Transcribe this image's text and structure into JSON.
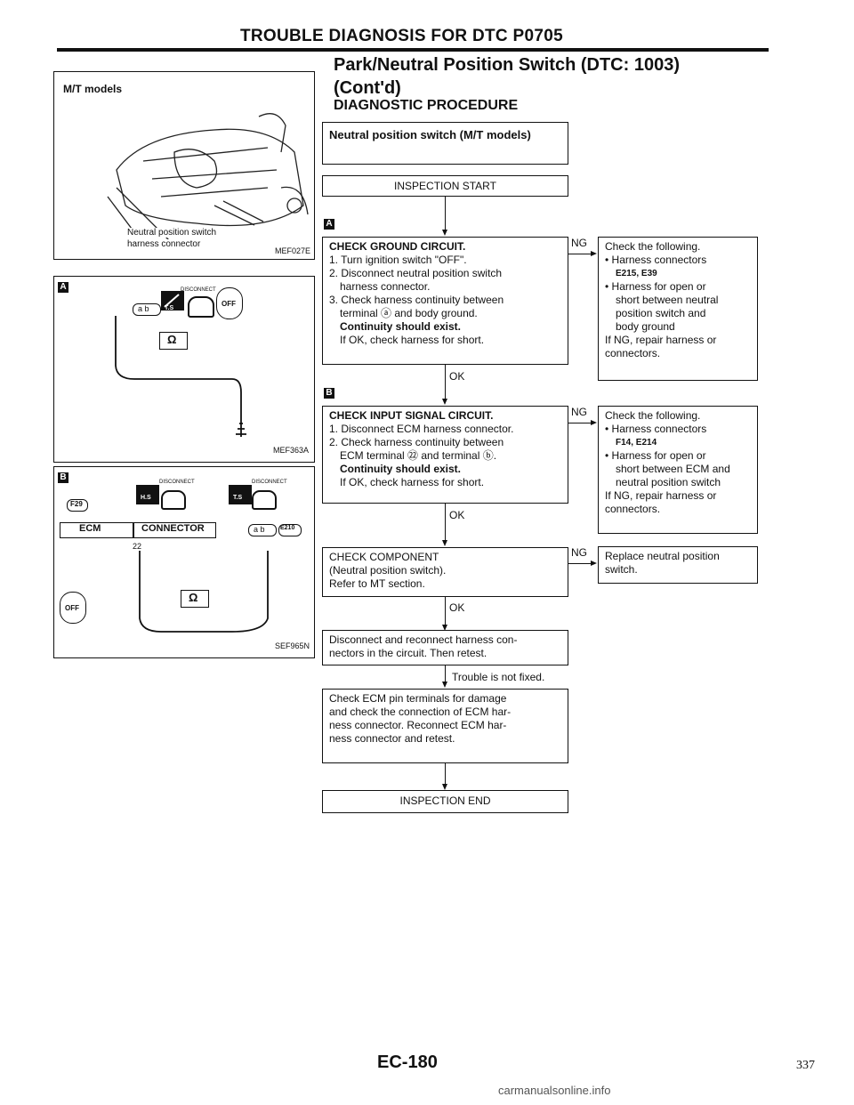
{
  "header": {
    "title": "TROUBLE DIAGNOSIS FOR DTC P0705",
    "subtitle_line1": "Park/Neutral Position Switch (DTC: 1003)",
    "subtitle_line2": "(Cont'd)",
    "section": "DIAGNOSTIC PROCEDURE"
  },
  "figures": {
    "mt": {
      "title": "M/T models",
      "label1": "Neutral position switch",
      "label2": "harness connector",
      "code": "MEF027E"
    },
    "a": {
      "badge": "A",
      "disconnect": "DISCONNECT",
      "code": "MEF363A",
      "ohm": "Ω",
      "off": "OFF",
      "ab": "a b",
      "ts": "T.S"
    },
    "b": {
      "badge": "B",
      "disconnect1": "DISCONNECT",
      "disconnect2": "DISCONNECT",
      "conn_f29": "F29",
      "ecm": "ECM",
      "connector": "CONNECTOR",
      "pin": "22",
      "conn_e210": "E210",
      "code": "SEF965N",
      "ohm": "Ω",
      "off": "OFF",
      "ab": "a b",
      "hs": "H.S",
      "ts": "T.S"
    }
  },
  "flow": {
    "title_box": "Neutral position switch (M/T models)",
    "start": "INSPECTION START",
    "badge_a": "A",
    "badge_b": "B",
    "step1": {
      "title": "CHECK GROUND CIRCUIT.",
      "l1": "1. Turn ignition switch \"OFF\".",
      "l2": "2. Disconnect neutral position switch",
      "l3": "harness connector.",
      "l4": "3. Check harness continuity between",
      "l5": "terminal ⓐ and body ground.",
      "l6": "Continuity should exist.",
      "l7": "If OK, check harness for short."
    },
    "ng1": {
      "l1": "Check the following.",
      "l2": "• Harness connectors",
      "l3": "E215, E39",
      "l4": "• Harness for open or",
      "l5": "short between neutral",
      "l6": "position switch and",
      "l7": "body ground",
      "l8": "If NG, repair harness or",
      "l9": "connectors."
    },
    "step2": {
      "title": "CHECK INPUT SIGNAL CIRCUIT.",
      "l1": "1. Disconnect ECM harness connector.",
      "l2": "2. Check harness continuity between",
      "l3": "ECM terminal ㉒ and terminal ⓑ.",
      "l4": "Continuity should exist.",
      "l5": "If OK, check harness for short."
    },
    "ng2": {
      "l1": "Check the following.",
      "l2": "• Harness connectors",
      "l3": "F14, E214",
      "l4": "• Harness for open or",
      "l5": "short between ECM and",
      "l6": "neutral position switch",
      "l7": "If NG, repair harness or",
      "l8": "connectors."
    },
    "step3": {
      "l1": "CHECK COMPONENT",
      "l2": "(Neutral position switch).",
      "l3": "Refer to MT section."
    },
    "ng3": {
      "l1": "Replace neutral position",
      "l2": "switch."
    },
    "step4": {
      "l1": "Disconnect and reconnect harness con-",
      "l2": "nectors in the circuit. Then retest."
    },
    "trouble": "Trouble is not fixed.",
    "step5": {
      "l1": "Check ECM pin terminals for damage",
      "l2": "and check the connection of ECM har-",
      "l3": "ness connector. Reconnect ECM har-",
      "l4": "ness connector and retest."
    },
    "end": "INSPECTION END",
    "ok": "OK",
    "ng": "NG"
  },
  "footer": {
    "page_code": "EC-180",
    "page_num": "337",
    "watermark": "carmanualsonline.info"
  }
}
